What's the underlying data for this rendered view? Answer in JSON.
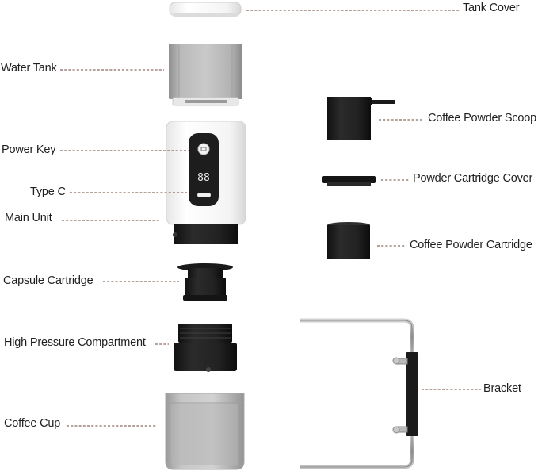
{
  "labels": {
    "tank_cover": "Tank Cover",
    "water_tank": "Water Tank",
    "power_key": "Power Key",
    "type_c": "Type C",
    "main_unit": "Main Unit",
    "capsule_cartridge": "Capsule Cartridge",
    "high_pressure_compartment": "High Pressure Compartment",
    "coffee_cup": "Coffee Cup",
    "coffee_powder_scoop": "Coffee Powder Scoop",
    "powder_cartridge_cover": "Powder Cartridge Cover",
    "coffee_powder_cartridge": "Coffee Powder Cartridge",
    "bracket": "Bracket"
  },
  "display_digits": "88"
}
